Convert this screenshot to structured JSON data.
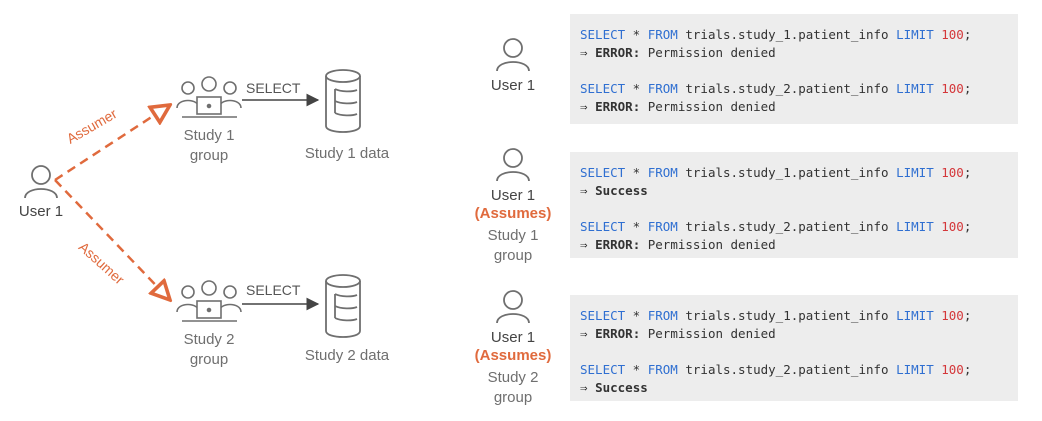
{
  "left": {
    "user_label": "User 1",
    "assumer_top": "Assumer",
    "assumer_bottom": "Assumer",
    "groups": [
      {
        "label": "Study 1\ngroup",
        "select": "SELECT",
        "data": "Study 1 data"
      },
      {
        "label": "Study 2\ngroup",
        "select": "SELECT",
        "data": "Study 2 data"
      }
    ]
  },
  "right": {
    "rows": [
      {
        "user": "User 1",
        "assumes": "",
        "group": "",
        "queries": [
          {
            "kw1": "SELECT",
            "mid": " * ",
            "kw2": "FROM",
            "table": " trials.study_1.patient_info ",
            "kw3": "LIMIT",
            "num": " 100",
            "end": ";",
            "prefix": "⇒ ",
            "status": "ERROR:",
            "rest": " Permission denied"
          },
          {
            "kw1": "SELECT",
            "mid": " * ",
            "kw2": "FROM",
            "table": " trials.study_2.patient_info ",
            "kw3": "LIMIT",
            "num": " 100",
            "end": ";",
            "prefix": "⇒ ",
            "status": "ERROR:",
            "rest": " Permission denied"
          }
        ]
      },
      {
        "user": "User 1",
        "assumes": "(Assumes)",
        "group": "Study 1\ngroup",
        "queries": [
          {
            "kw1": "SELECT",
            "mid": " * ",
            "kw2": "FROM",
            "table": " trials.study_1.patient_info ",
            "kw3": "LIMIT",
            "num": " 100",
            "end": ";",
            "prefix": "⇒ ",
            "status": "Success",
            "rest": ""
          },
          {
            "kw1": "SELECT",
            "mid": " * ",
            "kw2": "FROM",
            "table": " trials.study_2.patient_info ",
            "kw3": "LIMIT",
            "num": " 100",
            "end": ";",
            "prefix": "⇒ ",
            "status": "ERROR:",
            "rest": " Permission denied"
          }
        ]
      },
      {
        "user": "User 1",
        "assumes": "(Assumes)",
        "group": "Study 2\ngroup",
        "queries": [
          {
            "kw1": "SELECT",
            "mid": " * ",
            "kw2": "FROM",
            "table": " trials.study_1.patient_info ",
            "kw3": "LIMIT",
            "num": " 100",
            "end": ";",
            "prefix": "⇒ ",
            "status": "ERROR:",
            "rest": " Permission denied"
          },
          {
            "kw1": "SELECT",
            "mid": " * ",
            "kw2": "FROM",
            "table": " trials.study_2.patient_info ",
            "kw3": "LIMIT",
            "num": " 100",
            "end": ";",
            "prefix": "⇒ ",
            "status": "Success",
            "rest": ""
          }
        ]
      }
    ]
  },
  "colors": {
    "accent": "#e06a3d",
    "keyword": "#2f6fd1",
    "number": "#d4373a",
    "code_bg": "#ededed",
    "icon": "#6f6f6f"
  }
}
